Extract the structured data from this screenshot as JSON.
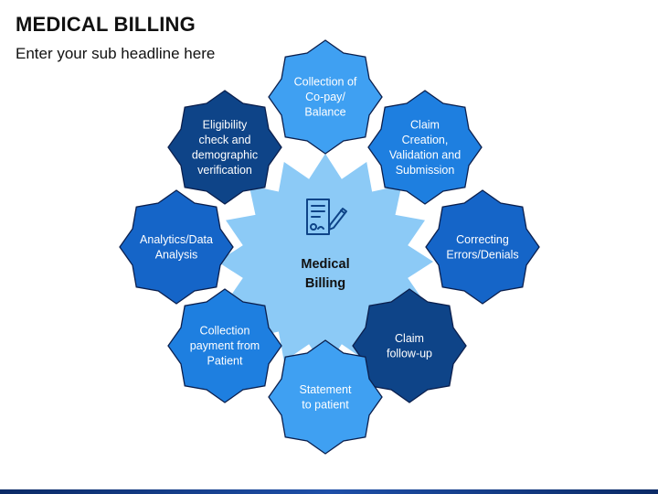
{
  "title": "MEDICAL BILLING",
  "subtitle": "Enter your sub headline here",
  "center": {
    "lines": [
      "Medical",
      "Billing"
    ],
    "icon": "document-pen-icon"
  },
  "nodes": [
    {
      "id": "collection-copay",
      "lines": [
        "Collection of",
        "Co-pay/",
        "Balance"
      ],
      "color": "#3fa0f2"
    },
    {
      "id": "claim-creation",
      "lines": [
        "Claim",
        "Creation,",
        "Validation and",
        "Submission"
      ],
      "color": "#1e7fe0"
    },
    {
      "id": "correcting-errors",
      "lines": [
        "Correcting",
        "Errors/Denials"
      ],
      "color": "#1565c8"
    },
    {
      "id": "claim-follow-up",
      "lines": [
        "Claim",
        "follow-up"
      ],
      "color": "#0e4488"
    },
    {
      "id": "statement-to-patient",
      "lines": [
        "Statement",
        "to patient"
      ],
      "color": "#3fa0f2"
    },
    {
      "id": "collection-payment",
      "lines": [
        "Collection",
        "payment from",
        "Patient"
      ],
      "color": "#1e7fe0"
    },
    {
      "id": "analytics",
      "lines": [
        "Analytics/Data",
        "Analysis"
      ],
      "color": "#1565c8"
    },
    {
      "id": "eligibility-check",
      "lines": [
        "Eligibility",
        "check and",
        "demographic",
        "verification"
      ],
      "color": "#0e4488"
    }
  ],
  "colors": {
    "center_fill": "#8ccaf6",
    "footer": "#0b2a66"
  }
}
